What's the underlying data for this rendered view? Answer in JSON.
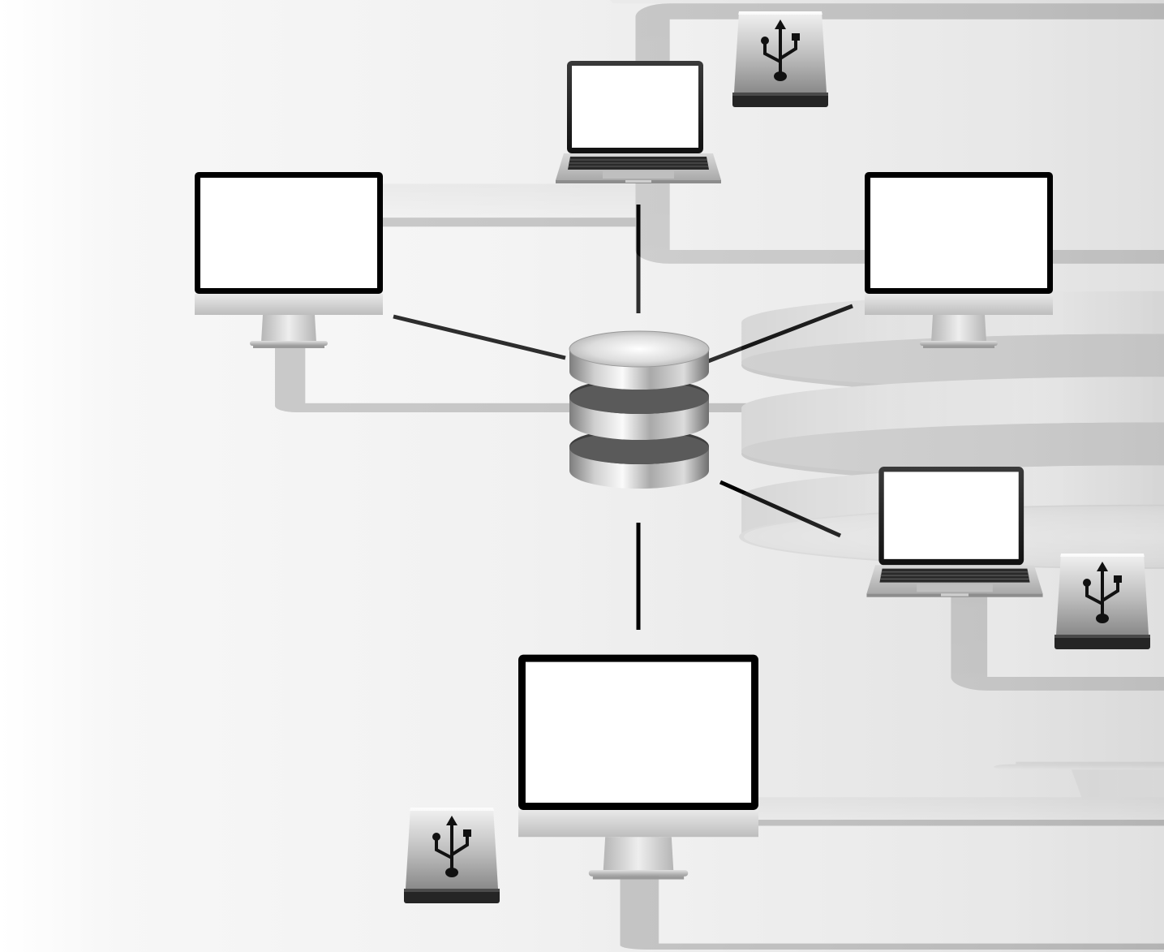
{
  "diagram": {
    "type": "star-network",
    "hub": {
      "id": "database",
      "icon": "database-server-icon"
    },
    "nodes": [
      {
        "id": "desktop-left",
        "icon": "desktop-monitor-icon",
        "usb_drive": false
      },
      {
        "id": "laptop-top",
        "icon": "laptop-icon",
        "usb_drive": true
      },
      {
        "id": "desktop-right",
        "icon": "desktop-monitor-icon",
        "usb_drive": false
      },
      {
        "id": "laptop-right",
        "icon": "laptop-icon",
        "usb_drive": true
      },
      {
        "id": "desktop-bottom",
        "icon": "desktop-monitor-icon",
        "usb_drive": true
      }
    ],
    "edges": [
      {
        "from": "database",
        "to": "desktop-left"
      },
      {
        "from": "database",
        "to": "laptop-top"
      },
      {
        "from": "database",
        "to": "desktop-right"
      },
      {
        "from": "database",
        "to": "laptop-right"
      },
      {
        "from": "database",
        "to": "desktop-bottom"
      }
    ],
    "colors": {
      "connector": "#000000",
      "screen_bezel": "#000000",
      "screen": "#ffffff",
      "metal": "#c8c8c8"
    }
  }
}
